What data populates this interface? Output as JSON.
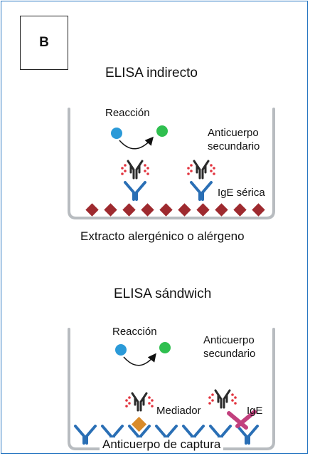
{
  "panel_label": "B",
  "indirect": {
    "title": "ELISA indirecto",
    "reaction_label": "Reacción",
    "secondary_antibody_label_line1": "Anticuerpo",
    "secondary_antibody_label_line2": "secundario",
    "serum_ige_label": "IgE sérica",
    "caption": "Extracto alergénico o alérgeno"
  },
  "sandwich": {
    "title": "ELISA sándwich",
    "reaction_label": "Reacción",
    "secondary_antibody_label_line1": "Anticuerpo",
    "secondary_antibody_label_line2": "secundario",
    "mediator_label": "Mediador",
    "ige_label": "IgE",
    "caption": "Anticuerpo de captura"
  },
  "colors": {
    "frame": "#2a78c2",
    "well": "#b8bcc0",
    "allergen": "#9e2a2f",
    "antibody_blue": "#2a6fb5",
    "antibody_dark": "#2b2b2b",
    "enzyme_red": "#e2343f",
    "substrate_blue": "#2b9ad8",
    "product_green": "#2fbf4f",
    "mediator": "#d98b2b",
    "ige_magenta": "#c2407e"
  }
}
